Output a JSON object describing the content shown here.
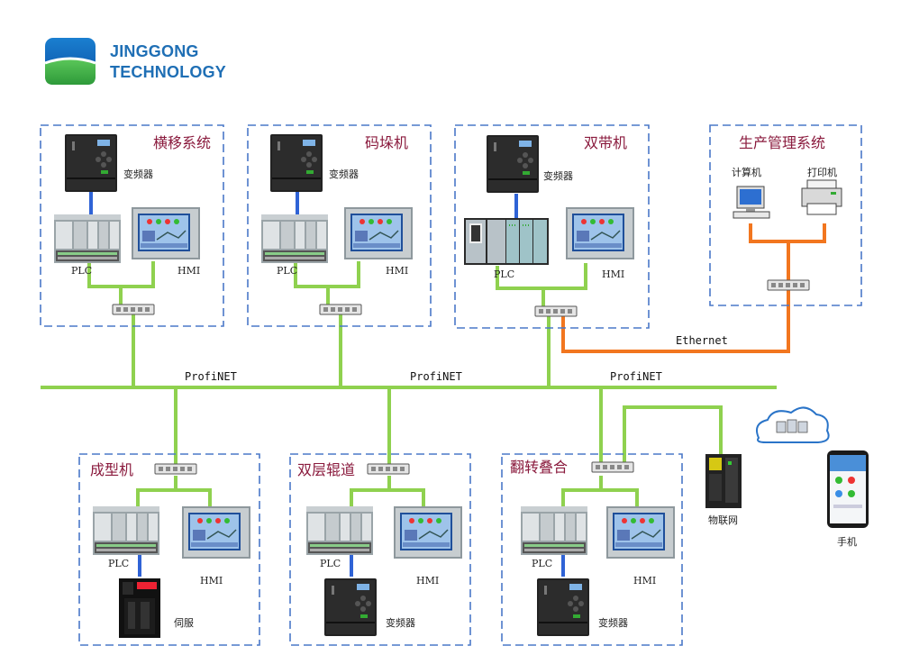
{
  "brand": {
    "line1": "JINGGONG",
    "line2": "TECHNOLOGY"
  },
  "systems": {
    "heng_yi": {
      "title": "横移系统",
      "vfd": "变频器",
      "plc": "PLC",
      "hmi": "HMI"
    },
    "ma_duo": {
      "title": "码垛机",
      "vfd": "变频器",
      "plc": "PLC",
      "hmi": "HMI"
    },
    "shuang_dai": {
      "title": "双带机",
      "vfd": "变频器",
      "plc": "PLC",
      "hmi": "HMI"
    },
    "production": {
      "title": "生产管理系统",
      "computer": "计算机",
      "printer": "打印机"
    },
    "cheng_xing": {
      "title": "成型机",
      "plc": "PLC",
      "hmi": "HMI",
      "servo": "伺服"
    },
    "shuang_ceng": {
      "title": "双层辊道",
      "plc": "PLC",
      "hmi": "HMI",
      "vfd": "变频器"
    },
    "fan_zhuan": {
      "title": "翻转叠合",
      "plc": "PLC",
      "hmi": "HMI",
      "vfd": "变频器"
    }
  },
  "network": {
    "profinet": "ProfiNET",
    "ethernet": "Ethernet"
  },
  "iot": {
    "gateway": "物联网",
    "phone": "手机"
  },
  "colors": {
    "profinet": "#8fd14f",
    "ethernet": "#f2761f",
    "vfd_link": "#2f63d6",
    "box": "#4a78c8",
    "title": "#8a1a3d"
  }
}
